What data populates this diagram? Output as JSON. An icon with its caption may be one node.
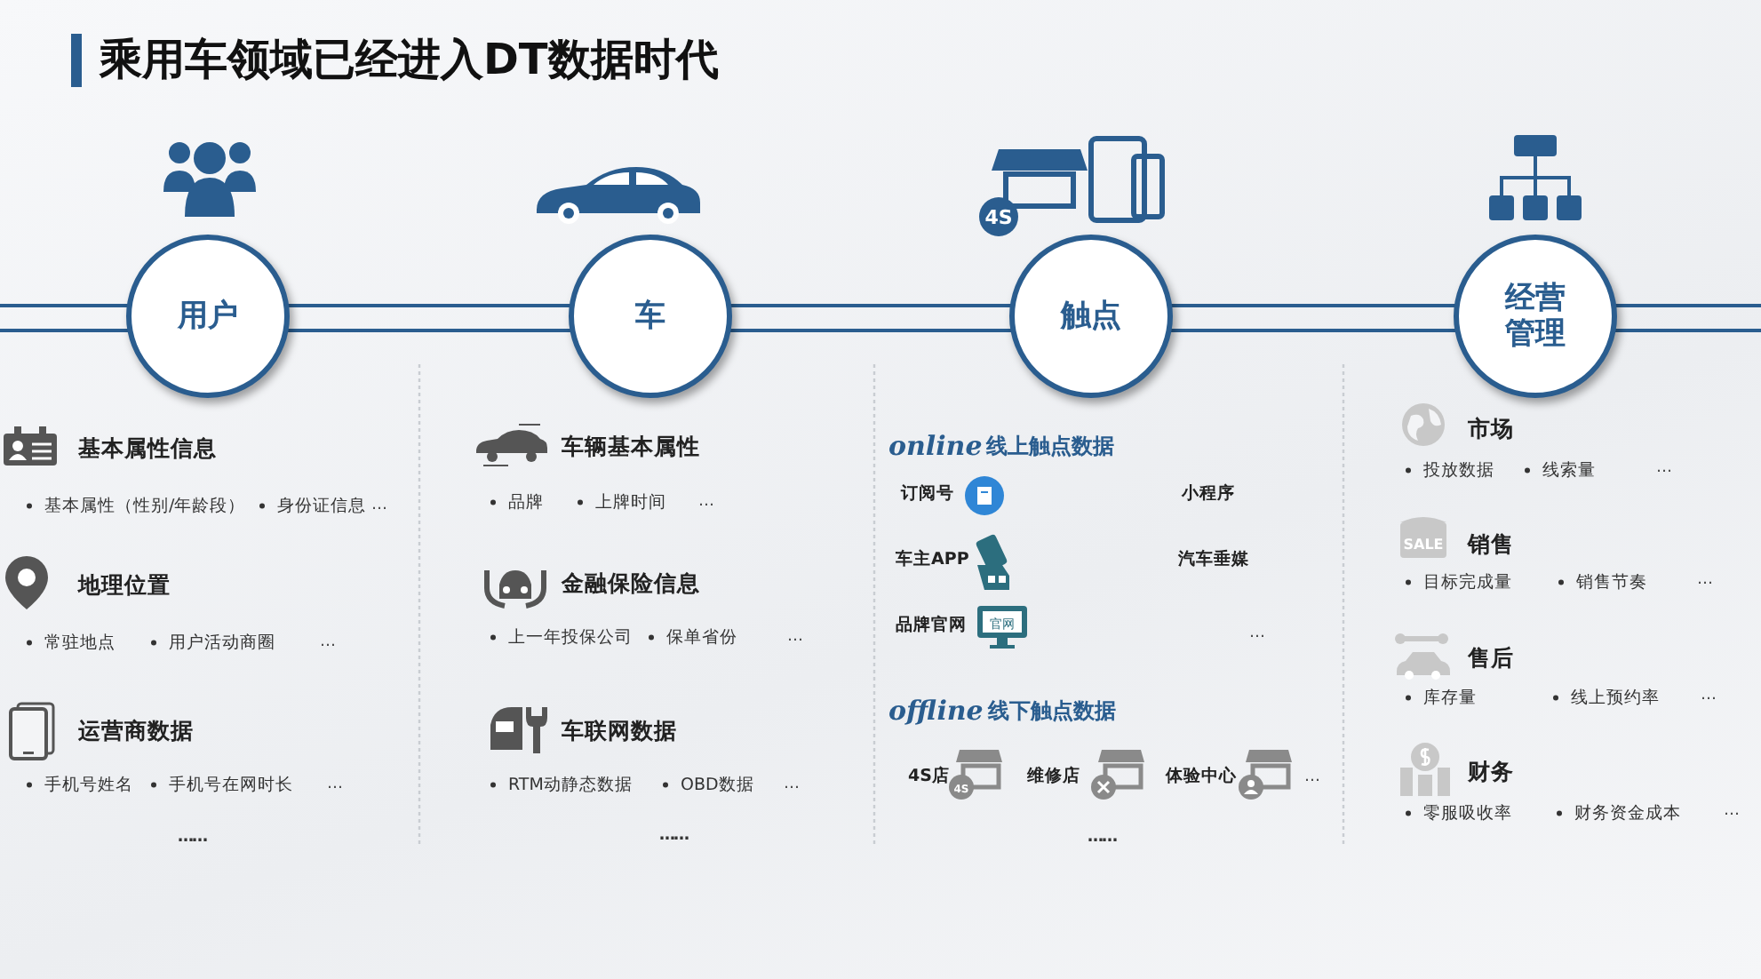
{
  "diagram": {
    "title": "乘用车领域已经进入DT数据时代",
    "nodes": [
      {
        "text": [
          "用户"
        ]
      },
      {
        "text": [
          "车"
        ]
      },
      {
        "text": [
          "触点"
        ]
      },
      {
        "text": [
          "经营管理"
        ]
      }
    ],
    "labels": [
      "基本属性信息",
      "基本属性（性别/年龄段）",
      "身份证信息",
      "…",
      "地理位置",
      "常驻地点",
      "用户活动商圈",
      "…",
      "运营商数据",
      "手机号姓名",
      "手机号在网时长",
      "…",
      "……",
      "车辆基本属性",
      "品牌",
      "上牌时间",
      "…",
      "金融保险信息",
      "上一年投保公司",
      "保单省份",
      "…",
      "车联网数据",
      "RTM动静态数据",
      "OBD数据",
      "…",
      "……",
      "online",
      "线上触点数据",
      "订阅号",
      "小程序",
      "车主APP",
      "汽车垂媒",
      "品牌官网",
      "…",
      "offline",
      "线下触点数据",
      "4S店",
      "维修店",
      "体验中心",
      "…",
      "……",
      "市场",
      "投放数据",
      "线索量",
      "…",
      "销售",
      "目标完成量",
      "销售节奏",
      "…",
      "售后",
      "库存量",
      "线上预约率",
      "…",
      "财务",
      "零服吸收率",
      "财务资金成本",
      "…",
      "4S",
      "官网",
      "SALE",
      "4S"
    ]
  }
}
